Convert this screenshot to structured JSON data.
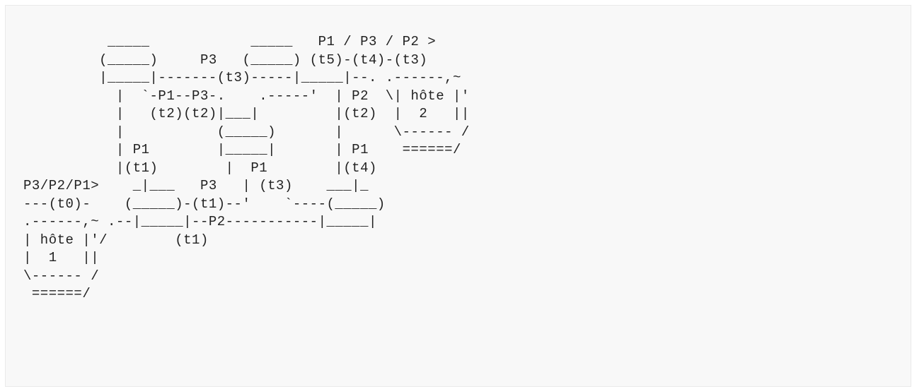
{
  "diagram": {
    "lines": [
      "          _____            _____   P1 / P3 / P2 >",
      "         (_____)     P3   (_____) (t5)-(t4)-(t3)",
      "         |_____|-------(t3)-----|_____|--. .------,~",
      "           |  `-P1--P3-.    .-----'  | P2  \\| hôte |'",
      "           |   (t2)(t2)|___|         |(t2)  |  2   ||",
      "           |           (_____)       |      \\------ /",
      "           | P1        |_____|       | P1    ======/",
      "           |(t1)        |  P1        |(t4)",
      "P3/P2/P1>    _|___   P3   | (t3)    ___|_",
      "---(t0)-    (_____)-(t1)--'    `----(_____)",
      ".------,~ .--|_____|--P2-----------|_____|",
      "| hôte |'/        (t1)",
      "|  1   ||",
      "\\------ /",
      " ======/"
    ]
  }
}
